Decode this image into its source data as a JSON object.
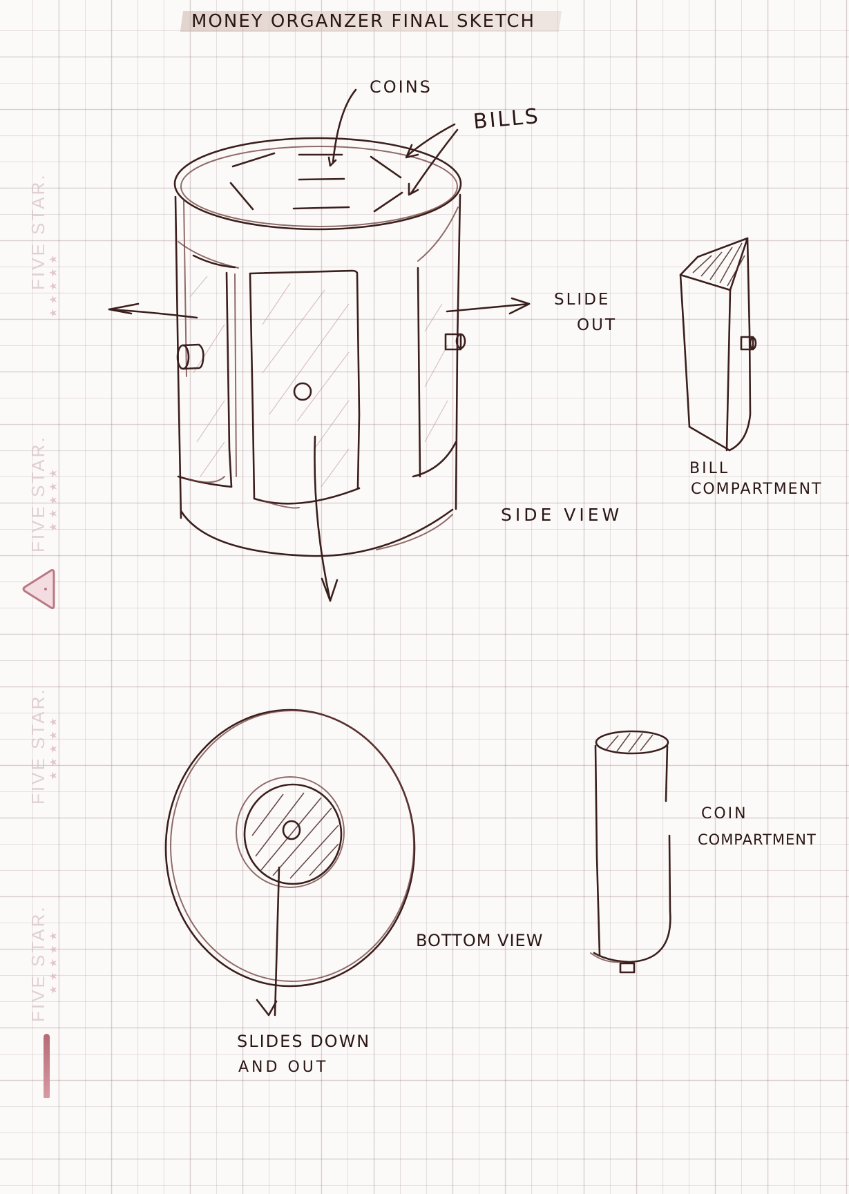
{
  "page": {
    "title": "MONEY ORGANZER FINAL SKETCH",
    "paper_brand": "FIVE STAR.",
    "paper_brand_stars": "★★★★★",
    "colors": {
      "ink": "#3a1f1c",
      "grid": "#c4a9ab",
      "paper": "#fcfaf9",
      "highlighter": "#d6bdb2",
      "tab": "#c27c86"
    }
  },
  "side_view": {
    "caption": "SIDE VIEW",
    "labels": {
      "coins": "COINS",
      "bills": "BILLS",
      "slide_out_line1": "SLIDE",
      "slide_out_line2": "OUT"
    }
  },
  "bill_compartment": {
    "label_line1": "BILL",
    "label_line2": "COMPARTMENT"
  },
  "bottom_view": {
    "caption": "BOTTOM VIEW",
    "note_line1": "SLIDES DOWN",
    "note_line2": "AND OUT"
  },
  "coin_compartment": {
    "label_line1": "COIN",
    "label_line2": "COMPARTMENT"
  }
}
